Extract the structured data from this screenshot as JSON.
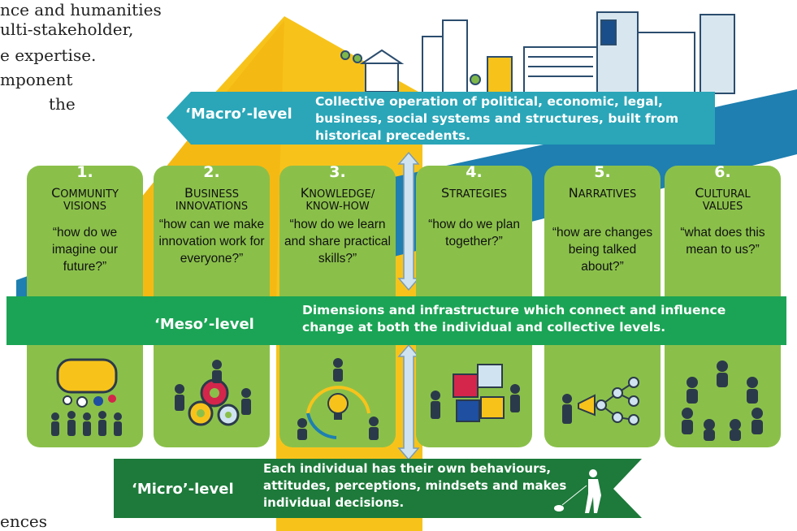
{
  "partial_text": [
    "nce and humanities",
    "ulti-stakeholder,",
    "e expertise.",
    "mponent",
    "the",
    "ences"
  ],
  "macro": {
    "label": "‘Macro’-level",
    "description": "Collective operation of political, economic, legal, business, social systems and structures, built from historical precedents."
  },
  "meso": {
    "label": "‘Meso’-level",
    "description": "Dimensions and infrastructure which connect and influence change at both the individual and collective levels."
  },
  "micro": {
    "label": "‘Micro’-level",
    "description": "Each individual has their own behaviours, attitudes, perceptions, mindsets and makes individual decisions."
  },
  "columns": [
    {
      "number": "1.",
      "title_lines": [
        "Community",
        "visions"
      ],
      "question": "“how do we imagine our future?”",
      "icon": "speech-bubble-community-icon"
    },
    {
      "number": "2.",
      "title_lines": [
        "Business",
        "innovations"
      ],
      "question": "“how can we make innovation work for everyone?”",
      "icon": "gears-people-icon"
    },
    {
      "number": "3.",
      "title_lines": [
        "Knowledge/",
        "know-how"
      ],
      "question": "“how do we learn and share practical skills?”",
      "icon": "lightbulb-people-icon"
    },
    {
      "number": "4.",
      "title_lines": [
        "Strategies",
        ""
      ],
      "question": "“how do we plan together?”",
      "icon": "puzzle-pieces-icon"
    },
    {
      "number": "5.",
      "title_lines": [
        "Narratives",
        ""
      ],
      "question": "“how are changes being talked about?”",
      "icon": "megaphone-network-icon"
    },
    {
      "number": "6.",
      "title_lines": [
        "Cultural",
        "values"
      ],
      "question": "“what does this mean to us?”",
      "icon": "circle-of-people-icon"
    }
  ],
  "colors": {
    "arrow_yellow": "#f7c31b",
    "macro_teal": "#2aa6b8",
    "meso_green": "#1ba455",
    "micro_green": "#1d7a3a",
    "column_green": "#8ac04a",
    "connector_blue": "#cfe3f0"
  }
}
